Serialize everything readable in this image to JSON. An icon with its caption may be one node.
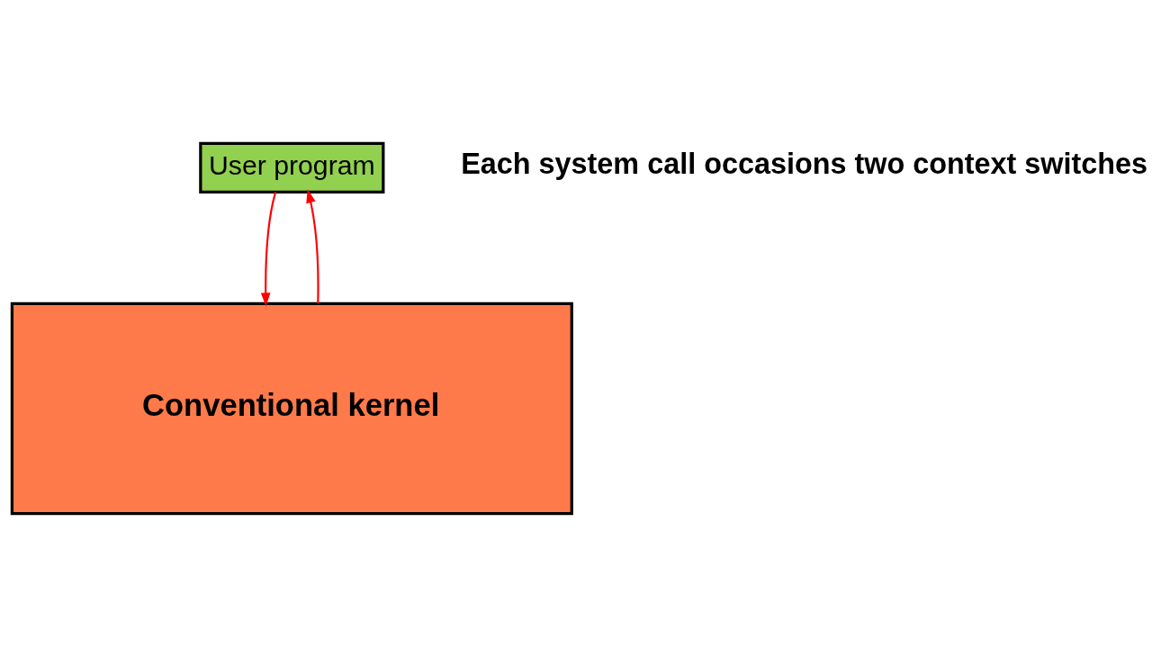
{
  "diagram": {
    "nodes": [
      {
        "text": [
          "User program"
        ]
      },
      {
        "text": [
          "Conventional kernel"
        ]
      }
    ],
    "edges": [
      {
        "from": 0,
        "to": 1,
        "arrow": "to",
        "color": "#ff0000"
      },
      {
        "from": 1,
        "to": 0,
        "arrow": "to",
        "color": "#ff0000"
      }
    ],
    "labels": [
      "Each system call occasions two context switches"
    ]
  }
}
